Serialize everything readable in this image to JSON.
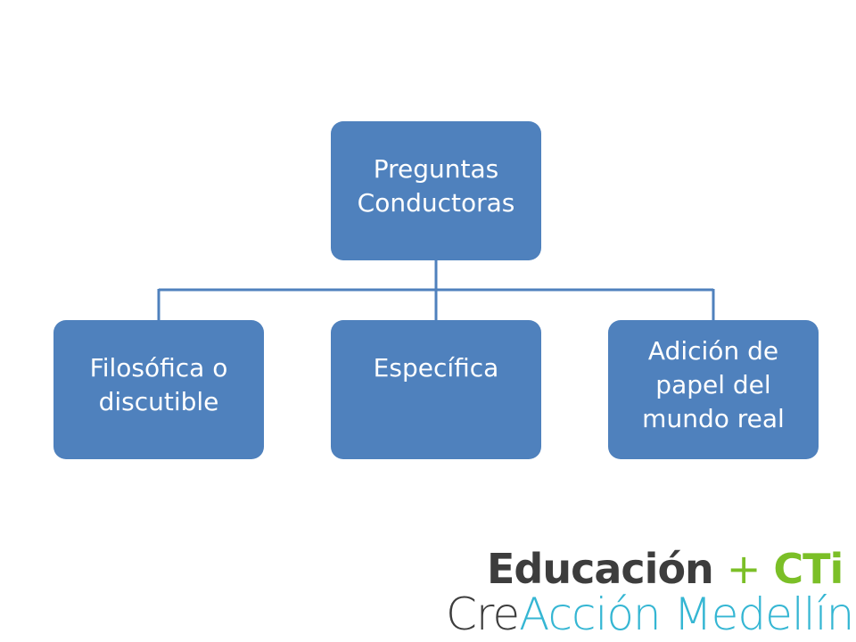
{
  "diagram": {
    "root": {
      "label": "Preguntas\nConductoras"
    },
    "children": [
      {
        "label": "Filosófica o\ndiscutible"
      },
      {
        "label": "Específica"
      },
      {
        "label": "Adición de\npapel del\nmundo real"
      }
    ]
  },
  "logo": {
    "line1_part1": "Educación",
    "line1_plus": "+",
    "line1_part2": "CTi",
    "line2_part1": "Cre",
    "line2_part2": "Acción Medellín"
  },
  "colors": {
    "box_fill": "#4f81bd",
    "box_text": "#ffffff",
    "connector": "#4f81bd",
    "logo_dark": "#3d3d3d",
    "logo_green": "#7bbf27",
    "logo_cyan": "#35b6d3"
  }
}
